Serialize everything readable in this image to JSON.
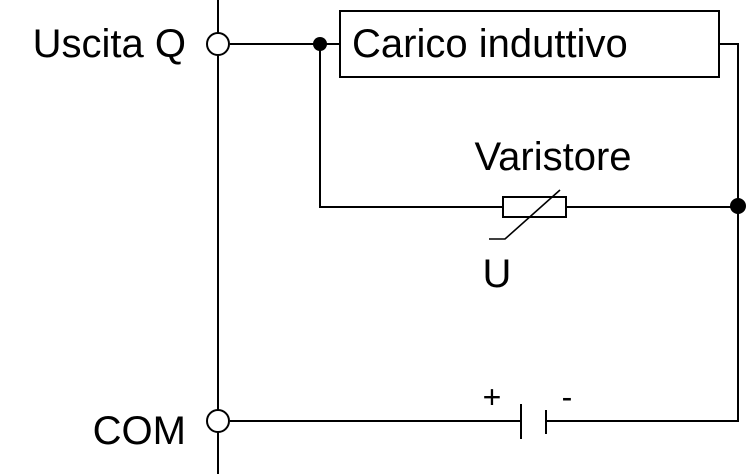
{
  "diagram": {
    "output_terminal_label": "Uscita Q",
    "common_terminal_label": "COM",
    "load_label": "Carico induttivo",
    "varistor_label": "Varistore",
    "varistor_symbol_label": "U",
    "battery_plus_label": "+",
    "battery_minus_label": "-"
  }
}
